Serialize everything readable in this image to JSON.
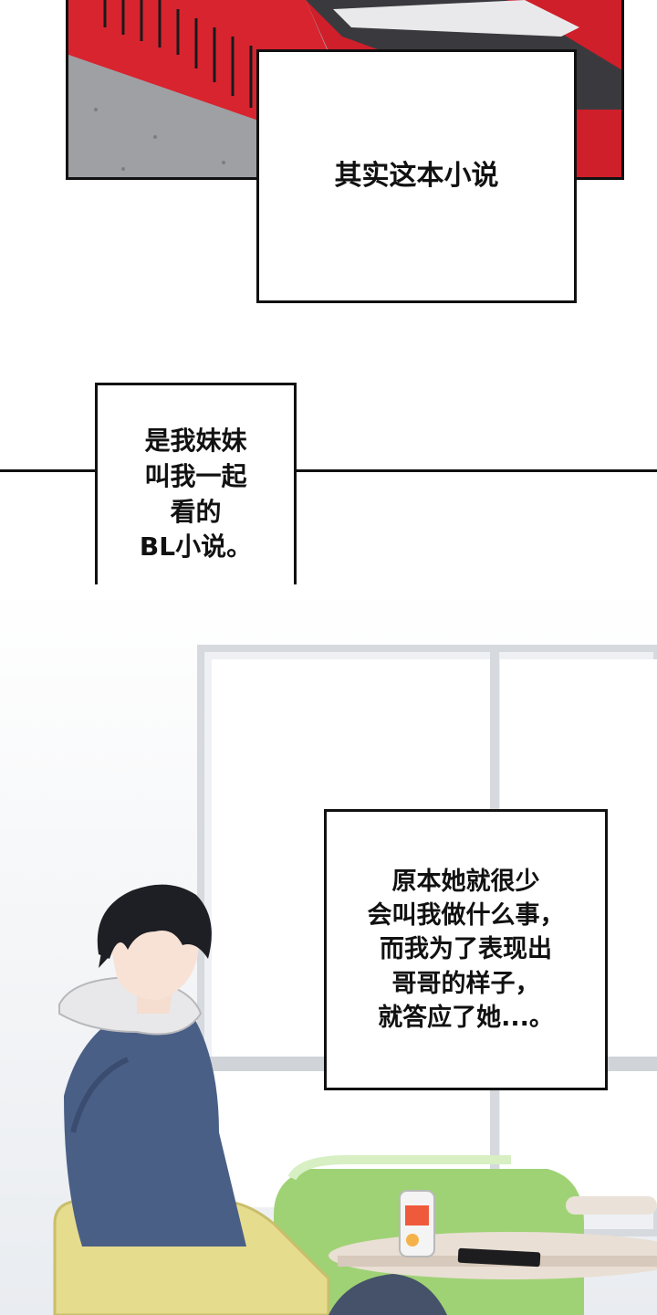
{
  "captions": {
    "c1": "其实这本小说",
    "c2": "是我妹妹\n叫我一起\n看的\nBL小说。",
    "c3": "原本她就很少\n会叫我做什么事，\n而我为了表现出\n哥哥的样子，\n就答应了她...。"
  },
  "colors": {
    "panel_red": "#d8242f",
    "panel_grey": "#a7a9ad",
    "sofa_yellow": "#e6dc8e",
    "chair_green": "#9fd275",
    "hoodie_blue": "#4a5f86"
  }
}
